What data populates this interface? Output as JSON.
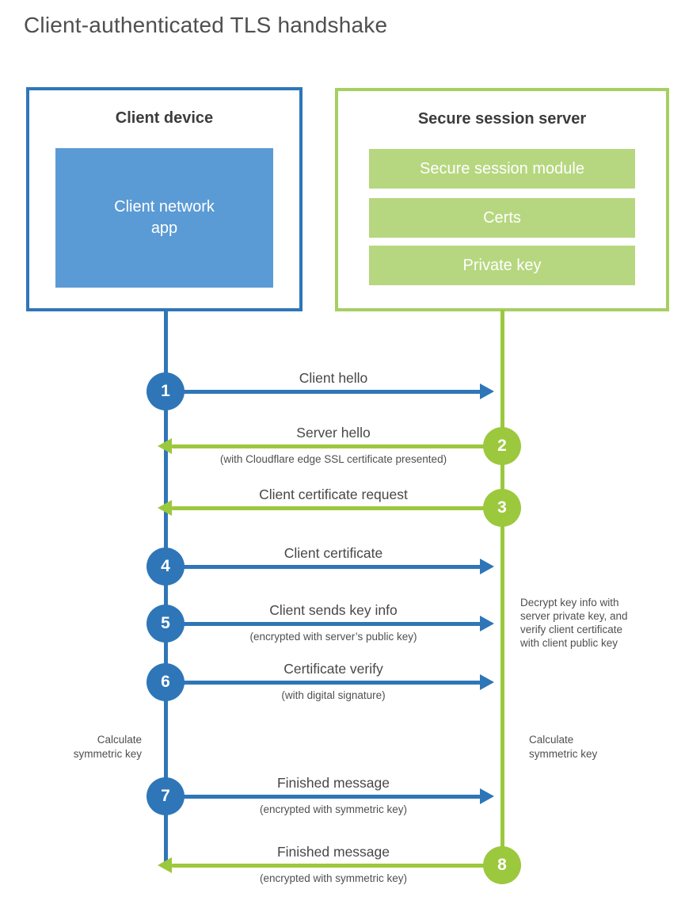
{
  "title": {
    "text": "Client-authenticated TLS handshake"
  },
  "client": {
    "title": "Client device",
    "app": "Client network\napp"
  },
  "server": {
    "title": "Secure session server",
    "modules": [
      "Secure session module",
      "Certs",
      "Private key"
    ]
  },
  "steps": [
    {
      "num": "1",
      "label": "Client hello",
      "sub": "",
      "direction": "client-to-server"
    },
    {
      "num": "2",
      "label": "Server hello",
      "sub": "(with Cloudflare edge SSL certificate presented)",
      "direction": "server-to-client"
    },
    {
      "num": "3",
      "label": "Client certificate request",
      "sub": "",
      "direction": "server-to-client"
    },
    {
      "num": "4",
      "label": "Client certificate",
      "sub": "",
      "direction": "client-to-server"
    },
    {
      "num": "5",
      "label": "Client sends key info",
      "sub": "(encrypted with server’s public key)",
      "direction": "client-to-server"
    },
    {
      "num": "6",
      "label": "Certificate verify",
      "sub": "(with digital signature)",
      "direction": "client-to-server"
    },
    {
      "num": "7",
      "label": "Finished message",
      "sub": "(encrypted with symmetric key)",
      "direction": "client-to-server"
    },
    {
      "num": "8",
      "label": "Finished message",
      "sub": "(encrypted with symmetric key)",
      "direction": "server-to-client"
    }
  ],
  "notes": {
    "decrypt": "Decrypt key info with\nserver private key, and\nverify client certificate\nwith client public key",
    "calc_left": "Calculate\nsymmetric key",
    "calc_right": "Calculate\nsymmetric key"
  },
  "colors": {
    "blue": "#2e76b8",
    "blue_light": "#5b9bd5",
    "green": "#9cc83e",
    "green_border": "#a6cf63",
    "green_light": "#b6d77f"
  }
}
